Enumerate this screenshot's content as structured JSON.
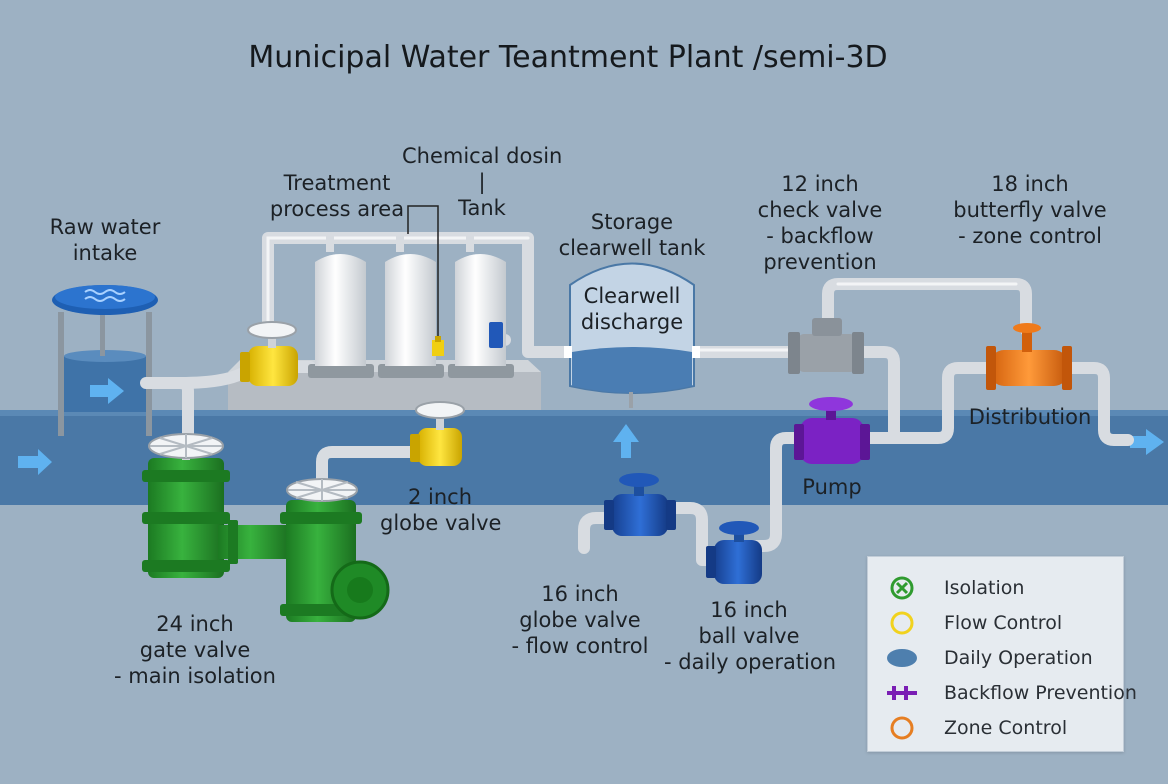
{
  "title": "Municipal Water Teantment Plant /semi-3D",
  "labels": {
    "raw_intake": [
      "Raw water",
      "intake"
    ],
    "treatment": [
      "Treatment",
      "process area"
    ],
    "chemical": [
      "Chemical dosin",
      "|",
      "Tank"
    ],
    "storage": [
      "Storage",
      "clearwell tank"
    ],
    "clearwell": [
      "Clearwell",
      "discharge"
    ],
    "check_valve": [
      "12 inch",
      "check valve",
      "- backflow",
      "prevention"
    ],
    "butterfly": [
      "18 inch",
      "butterfly valve",
      "- zone control"
    ],
    "distribution": "Distribution",
    "pump": "Pump",
    "globe2": [
      "2 inch",
      "globe valve"
    ],
    "gate24": [
      "24 inch",
      "gate valve",
      "- main isolation"
    ],
    "globe16": [
      "16 inch",
      "globe valve",
      "- flow control"
    ],
    "ball16": [
      "16 inch",
      "ball valve",
      "- daily operation"
    ]
  },
  "legend": [
    {
      "label": "Isolation",
      "icon": "circle-x-icon",
      "color": "#2f9b2f"
    },
    {
      "label": "Flow Control",
      "icon": "circle-outline-icon",
      "color": "#f1d21e"
    },
    {
      "label": "Daily Operation",
      "icon": "filled-ellipse-icon",
      "color": "#4e7fae"
    },
    {
      "label": "Backflow Prevention",
      "icon": "double-bar-icon",
      "color": "#7a1eb4"
    },
    {
      "label": "Zone Control",
      "icon": "circle-outline-icon",
      "color": "#e67e22"
    }
  ],
  "colors": {
    "background": "#9db1c3",
    "channel": "#4a78a6",
    "pipe": "#d9dde2",
    "gate_valve": "#24912a",
    "globe_valve_yellow": "#f0cf12",
    "globe_valve_blue": "#2158b8",
    "check_valve": "#9aa1a8",
    "pump": "#7b22c4",
    "butterfly_valve": "#ef7a1a"
  }
}
